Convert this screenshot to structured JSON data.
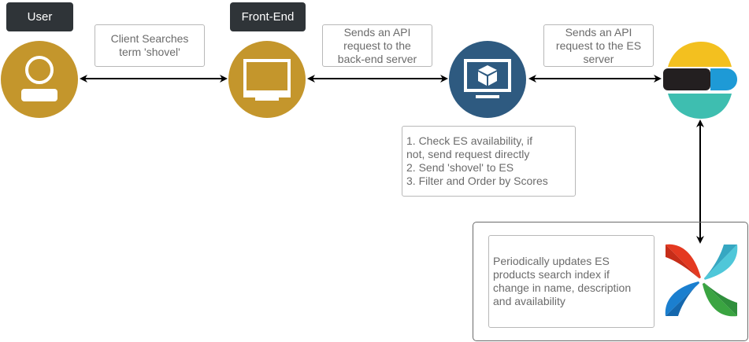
{
  "nodes": {
    "user": {
      "label": "User",
      "icon": "user-icon",
      "color": "#c4962c"
    },
    "frontend": {
      "label": "Front-End",
      "icon": "monitor-icon",
      "color": "#c4962c"
    },
    "backend": {
      "icon": "server-monitor-icon",
      "color": "#2e5a80"
    },
    "elasticsearch": {
      "icon": "elasticsearch-logo-icon"
    },
    "airflow": {
      "icon": "airflow-pinwheel-icon"
    }
  },
  "notes": {
    "client_search": "Client Searches\nterm 'shovel'",
    "api_backend": "Sends an API\nrequest to the\nback-end server",
    "api_es": "Sends an API\nrequest to the ES\nserver",
    "backend_steps": "1. Check ES availability, if\nnot, send request directly\n2. Send 'shovel' to ES\n3. Filter and Order by Scores",
    "airflow_updates": "Periodically updates ES\nproducts search index if\nchange in name, description\nand availability"
  },
  "colors": {
    "tag_bg": "#2f3438",
    "gold": "#c4962c",
    "navy": "#2e5a80",
    "arrow": "#000000"
  }
}
